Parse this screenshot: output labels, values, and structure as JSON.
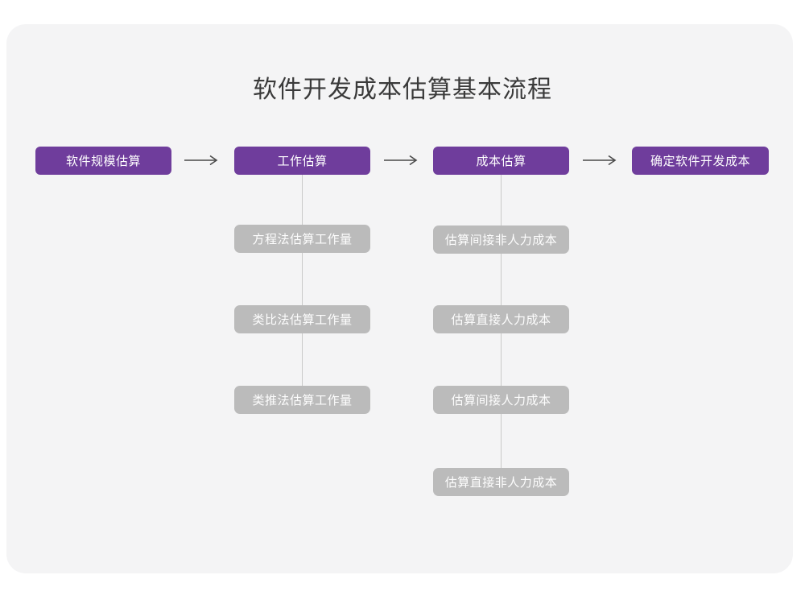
{
  "diagram": {
    "title": "软件开发成本估算基本流程",
    "background_color": "#f4f4f5",
    "primary_color": "#6f3d9c",
    "secondary_color": "#bbbbbb",
    "connector_color": "#c9c9c9",
    "arrow_color": "#4a4a4a",
    "main_flow": [
      {
        "label": "软件规模估算"
      },
      {
        "label": "工作估算"
      },
      {
        "label": "成本估算"
      },
      {
        "label": "确定软件开发成本"
      }
    ],
    "arrows": [
      {
        "glyph": "→"
      },
      {
        "glyph": "→"
      },
      {
        "glyph": "→"
      }
    ],
    "branches": [
      {
        "parent": "工作估算",
        "items": [
          {
            "label": "方程法估算工作量"
          },
          {
            "label": "类比法估算工作量"
          },
          {
            "label": "类推法估算工作量"
          }
        ]
      },
      {
        "parent": "成本估算",
        "items": [
          {
            "label": "估算间接非人力成本"
          },
          {
            "label": "估算直接人力成本"
          },
          {
            "label": "估算间接人力成本"
          },
          {
            "label": "估算直接非人力成本"
          }
        ]
      }
    ]
  }
}
